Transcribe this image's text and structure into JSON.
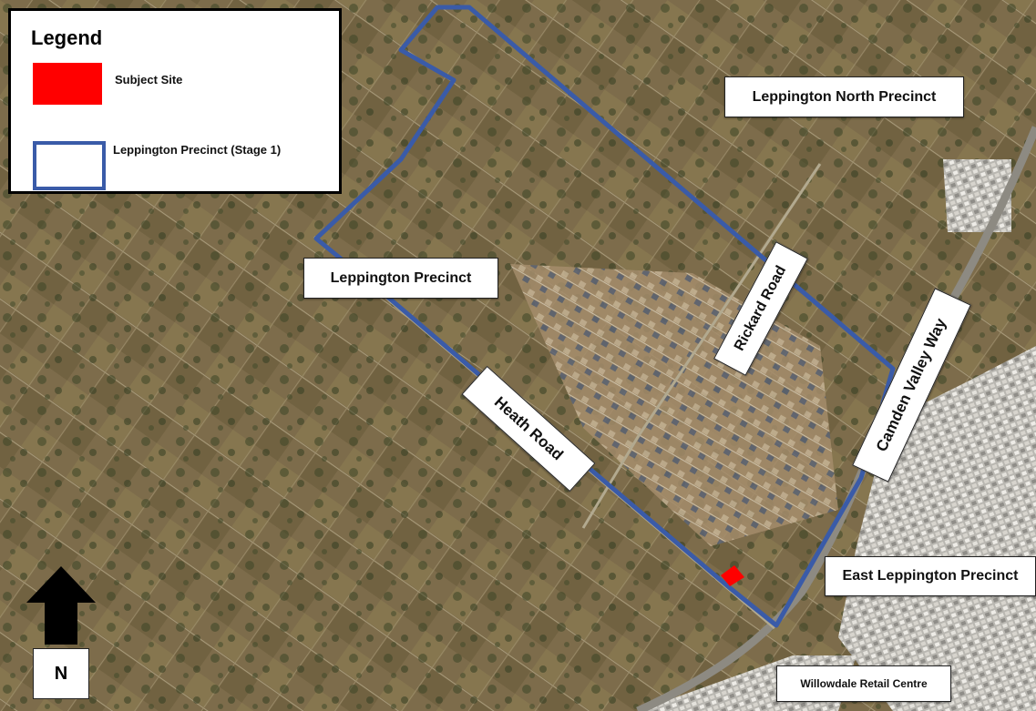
{
  "legend": {
    "title": "Legend",
    "items": [
      {
        "label": "Subject Site",
        "color": "#ff0000"
      },
      {
        "label": "Leppington Precinct (Stage 1)",
        "color": "#3a5ba8"
      }
    ]
  },
  "labels": {
    "leppington_north": "Leppington North Precinct",
    "leppington": "Leppington Precinct",
    "rickard_road": "Rickard Road",
    "heath_road": "Heath Road",
    "camden_valley_way": "Camden Valley Way",
    "east_leppington": "East Leppington Precinct",
    "willowdale": "Willowdale Retail Centre"
  },
  "north_arrow": {
    "label": "N",
    "icon": "north-arrow-icon"
  },
  "colors": {
    "boundary": "#3a5ba8",
    "site": "#ff0000"
  }
}
